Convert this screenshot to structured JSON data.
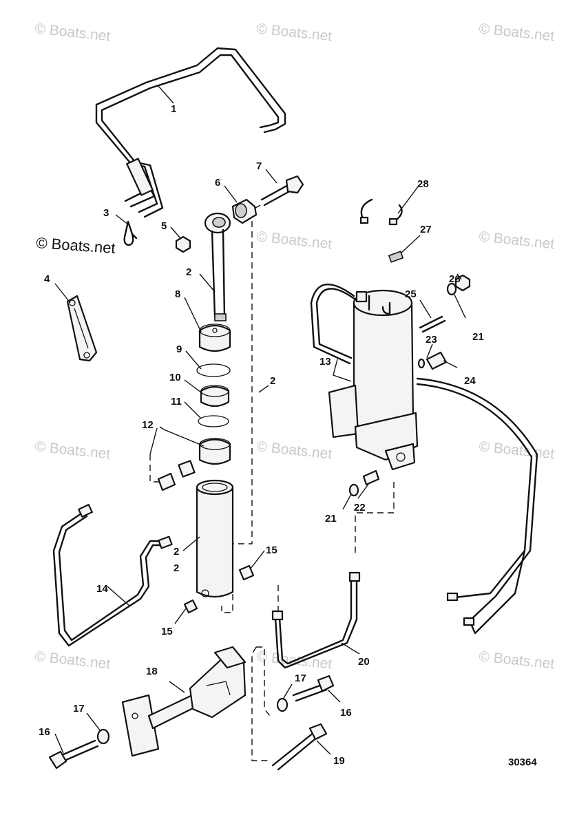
{
  "watermarks": {
    "light": "© Boats.net",
    "dark": "© Boats.net"
  },
  "drawing_number": "30364",
  "callouts": [
    "1",
    "2",
    "3",
    "4",
    "5",
    "6",
    "7",
    "8",
    "9",
    "10",
    "11",
    "2",
    "12",
    "2",
    "13",
    "14",
    "2",
    "15",
    "15",
    "16",
    "17",
    "18",
    "16",
    "17",
    "19",
    "20",
    "21",
    "22",
    "21",
    "23",
    "24",
    "25",
    "26",
    "27",
    "28"
  ]
}
